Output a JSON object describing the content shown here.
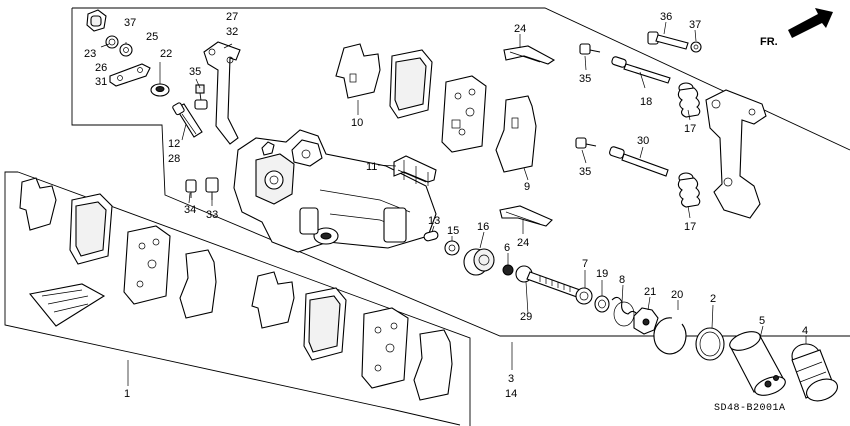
{
  "diagram": {
    "callouts": {
      "c1": "1",
      "c2": "2",
      "c3": "3",
      "c4": "4",
      "c5": "5",
      "c6": "6",
      "c7": "7",
      "c8": "8",
      "c9": "9",
      "c10": "10",
      "c11": "11",
      "c12": "12",
      "c13": "13",
      "c14": "14",
      "c15": "15",
      "c16": "16",
      "c17a": "17",
      "c17b": "17",
      "c18": "18",
      "c19": "19",
      "c20": "20",
      "c21": "21",
      "c22": "22",
      "c23": "23",
      "c24a": "24",
      "c24b": "24",
      "c25": "25",
      "c26": "26",
      "c27": "27",
      "c28": "28",
      "c29": "29",
      "c30": "30",
      "c31": "31",
      "c32": "32",
      "c33": "33",
      "c34": "34",
      "c35a": "35",
      "c35b": "35",
      "c35c": "35",
      "c36": "36",
      "c37a": "37",
      "c37b": "37"
    },
    "direction_label": "FR.",
    "diagram_code": "SD48-B2001A"
  }
}
